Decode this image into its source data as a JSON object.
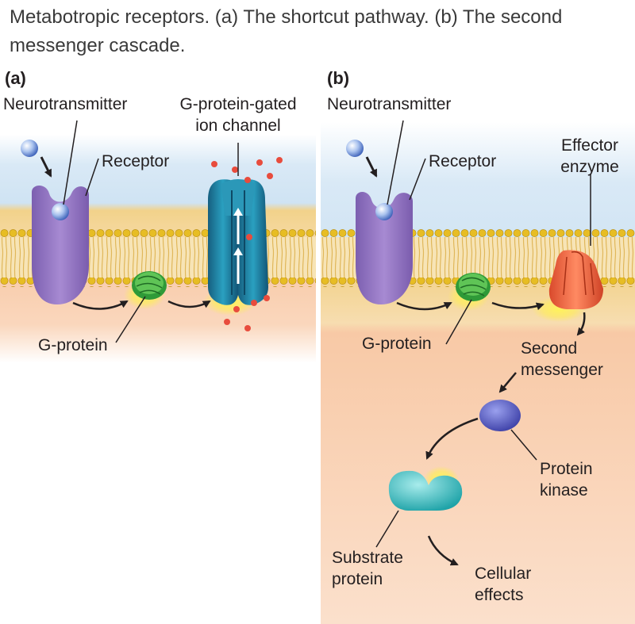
{
  "caption": "Metabotropic receptors. (a) The shortcut pathway. (b) The second messenger cascade.",
  "panel_a": {
    "label": "(a)",
    "neurotransmitter": "Neurotransmitter",
    "channel_line1": "G-protein-gated",
    "channel_line2": "ion channel",
    "receptor": "Receptor",
    "gprotein": "G-protein"
  },
  "panel_b": {
    "label": "(b)",
    "neurotransmitter": "Neurotransmitter",
    "receptor": "Receptor",
    "effector_line1": "Effector",
    "effector_line2": "enzyme",
    "gprotein": "G-protein",
    "second_line1": "Second",
    "second_line2": "messenger",
    "kinase_line1": "Protein",
    "kinase_line2": "kinase",
    "substrate_line1": "Substrate",
    "substrate_line2": "protein",
    "effects_line1": "Cellular",
    "effects_line2": "effects"
  },
  "colors": {
    "extracellular": "#cfe3f3",
    "intracellular": "#f7c9a8",
    "lipid_head": "#e0b520",
    "receptor": "#9877c2",
    "gprotein": "#3fae3f",
    "channel": "#1f88a6",
    "effector": "#ef6a44",
    "kinase": "#5a5fc4",
    "substrate": "#3cc0c0",
    "ion": "#e84c3d"
  }
}
